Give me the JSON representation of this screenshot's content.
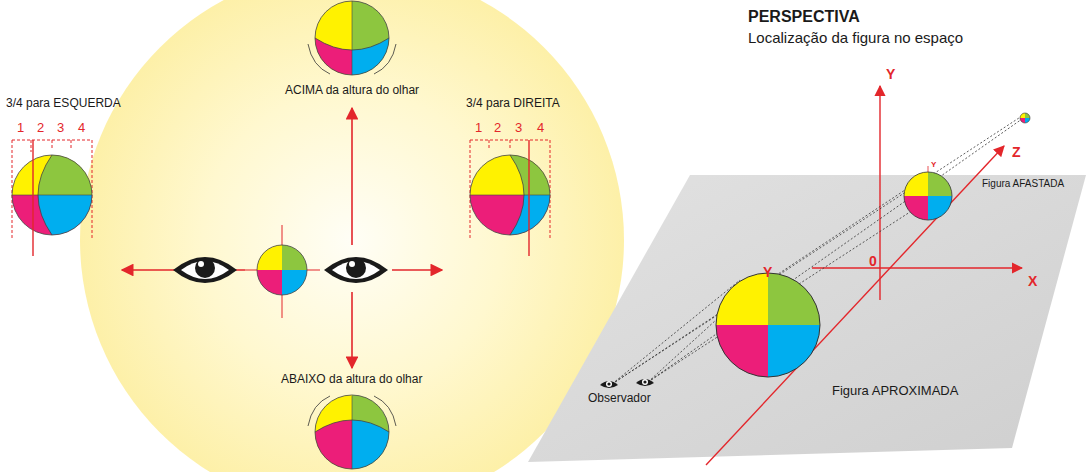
{
  "diagram": {
    "title": "PERSPECTIVA",
    "labels": [
      "Localização da figura no espaço",
      "ACIMA da altura do olhar",
      "3/4 para ESQUERDA",
      "3/4 para DIREITA",
      "1",
      "2",
      "3",
      "4",
      "1",
      "2",
      "3",
      "4",
      "ABAIXO da altura do olhar",
      "Y",
      "Z",
      "X",
      "0",
      "Y",
      "Y",
      "Figura AFASTADA",
      "Figura APROXIMADA",
      "Observador"
    ]
  }
}
